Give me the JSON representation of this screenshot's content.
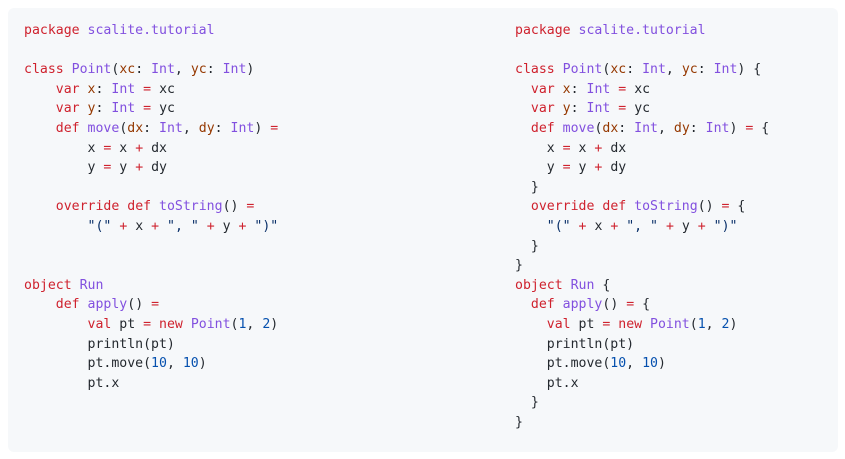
{
  "code_blocks": [
    {
      "id": "left",
      "lines": [
        [
          [
            "package",
            "kw"
          ],
          [
            " ",
            "pl"
          ],
          [
            "scalite.tutorial",
            "ty"
          ]
        ],
        [],
        [
          [
            "class",
            "kw"
          ],
          [
            " ",
            "pl"
          ],
          [
            "Point",
            "ty"
          ],
          [
            "(",
            "pl"
          ],
          [
            "xc",
            "id"
          ],
          [
            ": ",
            "pl"
          ],
          [
            "Int",
            "ty"
          ],
          [
            ", ",
            "pl"
          ],
          [
            "yc",
            "id"
          ],
          [
            ": ",
            "pl"
          ],
          [
            "Int",
            "ty"
          ],
          [
            ")",
            "pl"
          ]
        ],
        [
          [
            "    ",
            "pl"
          ],
          [
            "var",
            "kw"
          ],
          [
            " ",
            "pl"
          ],
          [
            "x",
            "id"
          ],
          [
            ": ",
            "pl"
          ],
          [
            "Int",
            "ty"
          ],
          [
            " ",
            "pl"
          ],
          [
            "=",
            "op"
          ],
          [
            " xc",
            "pl"
          ]
        ],
        [
          [
            "    ",
            "pl"
          ],
          [
            "var",
            "kw"
          ],
          [
            " ",
            "pl"
          ],
          [
            "y",
            "id"
          ],
          [
            ": ",
            "pl"
          ],
          [
            "Int",
            "ty"
          ],
          [
            " ",
            "pl"
          ],
          [
            "=",
            "op"
          ],
          [
            " yc",
            "pl"
          ]
        ],
        [
          [
            "    ",
            "pl"
          ],
          [
            "def",
            "kw"
          ],
          [
            " ",
            "pl"
          ],
          [
            "move",
            "ty"
          ],
          [
            "(",
            "pl"
          ],
          [
            "dx",
            "id"
          ],
          [
            ": ",
            "pl"
          ],
          [
            "Int",
            "ty"
          ],
          [
            ", ",
            "pl"
          ],
          [
            "dy",
            "id"
          ],
          [
            ": ",
            "pl"
          ],
          [
            "Int",
            "ty"
          ],
          [
            ") ",
            "pl"
          ],
          [
            "=",
            "op"
          ]
        ],
        [
          [
            "        x ",
            "pl"
          ],
          [
            "=",
            "op"
          ],
          [
            " x ",
            "pl"
          ],
          [
            "+",
            "op"
          ],
          [
            " dx",
            "pl"
          ]
        ],
        [
          [
            "        y ",
            "pl"
          ],
          [
            "=",
            "op"
          ],
          [
            " y ",
            "pl"
          ],
          [
            "+",
            "op"
          ],
          [
            " dy",
            "pl"
          ]
        ],
        [],
        [
          [
            "    ",
            "pl"
          ],
          [
            "override",
            "kw"
          ],
          [
            " ",
            "pl"
          ],
          [
            "def",
            "kw"
          ],
          [
            " ",
            "pl"
          ],
          [
            "toString",
            "ty"
          ],
          [
            "() ",
            "pl"
          ],
          [
            "=",
            "op"
          ]
        ],
        [
          [
            "        ",
            "pl"
          ],
          [
            "\"(\"",
            "st"
          ],
          [
            " ",
            "pl"
          ],
          [
            "+",
            "op"
          ],
          [
            " x ",
            "pl"
          ],
          [
            "+",
            "op"
          ],
          [
            " ",
            "pl"
          ],
          [
            "\", \"",
            "st"
          ],
          [
            " ",
            "pl"
          ],
          [
            "+",
            "op"
          ],
          [
            " y ",
            "pl"
          ],
          [
            "+",
            "op"
          ],
          [
            " ",
            "pl"
          ],
          [
            "\")\"",
            "st"
          ]
        ],
        [],
        [],
        [
          [
            "object",
            "kw"
          ],
          [
            " ",
            "pl"
          ],
          [
            "Run",
            "ty"
          ]
        ],
        [
          [
            "    ",
            "pl"
          ],
          [
            "def",
            "kw"
          ],
          [
            " ",
            "pl"
          ],
          [
            "apply",
            "ty"
          ],
          [
            "() ",
            "pl"
          ],
          [
            "=",
            "op"
          ]
        ],
        [
          [
            "        ",
            "pl"
          ],
          [
            "val",
            "kw"
          ],
          [
            " pt ",
            "pl"
          ],
          [
            "=",
            "op"
          ],
          [
            " ",
            "pl"
          ],
          [
            "new",
            "kw"
          ],
          [
            " ",
            "pl"
          ],
          [
            "Point",
            "ty"
          ],
          [
            "(",
            "pl"
          ],
          [
            "1",
            "nm"
          ],
          [
            ", ",
            "pl"
          ],
          [
            "2",
            "nm"
          ],
          [
            ")",
            "pl"
          ]
        ],
        [
          [
            "        println(pt)",
            "pl"
          ]
        ],
        [
          [
            "        pt.move(",
            "pl"
          ],
          [
            "10",
            "nm"
          ],
          [
            ", ",
            "pl"
          ],
          [
            "10",
            "nm"
          ],
          [
            ")",
            "pl"
          ]
        ],
        [
          [
            "        pt.x",
            "pl"
          ]
        ]
      ]
    },
    {
      "id": "right",
      "lines": [
        [
          [
            "package",
            "kw"
          ],
          [
            " ",
            "pl"
          ],
          [
            "scalite.tutorial",
            "ty"
          ]
        ],
        [],
        [
          [
            "class",
            "kw"
          ],
          [
            " ",
            "pl"
          ],
          [
            "Point",
            "ty"
          ],
          [
            "(",
            "pl"
          ],
          [
            "xc",
            "id"
          ],
          [
            ": ",
            "pl"
          ],
          [
            "Int",
            "ty"
          ],
          [
            ", ",
            "pl"
          ],
          [
            "yc",
            "id"
          ],
          [
            ": ",
            "pl"
          ],
          [
            "Int",
            "ty"
          ],
          [
            ") {",
            "pl"
          ]
        ],
        [
          [
            "  ",
            "pl"
          ],
          [
            "var",
            "kw"
          ],
          [
            " ",
            "pl"
          ],
          [
            "x",
            "id"
          ],
          [
            ": ",
            "pl"
          ],
          [
            "Int",
            "ty"
          ],
          [
            " ",
            "pl"
          ],
          [
            "=",
            "op"
          ],
          [
            " xc",
            "pl"
          ]
        ],
        [
          [
            "  ",
            "pl"
          ],
          [
            "var",
            "kw"
          ],
          [
            " ",
            "pl"
          ],
          [
            "y",
            "id"
          ],
          [
            ": ",
            "pl"
          ],
          [
            "Int",
            "ty"
          ],
          [
            " ",
            "pl"
          ],
          [
            "=",
            "op"
          ],
          [
            " yc",
            "pl"
          ]
        ],
        [
          [
            "  ",
            "pl"
          ],
          [
            "def",
            "kw"
          ],
          [
            " ",
            "pl"
          ],
          [
            "move",
            "ty"
          ],
          [
            "(",
            "pl"
          ],
          [
            "dx",
            "id"
          ],
          [
            ": ",
            "pl"
          ],
          [
            "Int",
            "ty"
          ],
          [
            ", ",
            "pl"
          ],
          [
            "dy",
            "id"
          ],
          [
            ": ",
            "pl"
          ],
          [
            "Int",
            "ty"
          ],
          [
            ") ",
            "pl"
          ],
          [
            "=",
            "op"
          ],
          [
            " {",
            "pl"
          ]
        ],
        [
          [
            "    x ",
            "pl"
          ],
          [
            "=",
            "op"
          ],
          [
            " x ",
            "pl"
          ],
          [
            "+",
            "op"
          ],
          [
            " dx",
            "pl"
          ]
        ],
        [
          [
            "    y ",
            "pl"
          ],
          [
            "=",
            "op"
          ],
          [
            " y ",
            "pl"
          ],
          [
            "+",
            "op"
          ],
          [
            " dy",
            "pl"
          ]
        ],
        [
          [
            "  }",
            "pl"
          ]
        ],
        [
          [
            "  ",
            "pl"
          ],
          [
            "override",
            "kw"
          ],
          [
            " ",
            "pl"
          ],
          [
            "def",
            "kw"
          ],
          [
            " ",
            "pl"
          ],
          [
            "toString",
            "ty"
          ],
          [
            "() ",
            "pl"
          ],
          [
            "=",
            "op"
          ],
          [
            " {",
            "pl"
          ]
        ],
        [
          [
            "    ",
            "pl"
          ],
          [
            "\"(\"",
            "st"
          ],
          [
            " ",
            "pl"
          ],
          [
            "+",
            "op"
          ],
          [
            " x ",
            "pl"
          ],
          [
            "+",
            "op"
          ],
          [
            " ",
            "pl"
          ],
          [
            "\", \"",
            "st"
          ],
          [
            " ",
            "pl"
          ],
          [
            "+",
            "op"
          ],
          [
            " y ",
            "pl"
          ],
          [
            "+",
            "op"
          ],
          [
            " ",
            "pl"
          ],
          [
            "\")\"",
            "st"
          ]
        ],
        [
          [
            "  }",
            "pl"
          ]
        ],
        [
          [
            "}",
            "pl"
          ]
        ],
        [
          [
            "object",
            "kw"
          ],
          [
            " ",
            "pl"
          ],
          [
            "Run",
            "ty"
          ],
          [
            " {",
            "pl"
          ]
        ],
        [
          [
            "  ",
            "pl"
          ],
          [
            "def",
            "kw"
          ],
          [
            " ",
            "pl"
          ],
          [
            "apply",
            "ty"
          ],
          [
            "() ",
            "pl"
          ],
          [
            "=",
            "op"
          ],
          [
            " {",
            "pl"
          ]
        ],
        [
          [
            "    ",
            "pl"
          ],
          [
            "val",
            "kw"
          ],
          [
            " pt ",
            "pl"
          ],
          [
            "=",
            "op"
          ],
          [
            " ",
            "pl"
          ],
          [
            "new",
            "kw"
          ],
          [
            " ",
            "pl"
          ],
          [
            "Point",
            "ty"
          ],
          [
            "(",
            "pl"
          ],
          [
            "1",
            "nm"
          ],
          [
            ", ",
            "pl"
          ],
          [
            "2",
            "nm"
          ],
          [
            ")",
            "pl"
          ]
        ],
        [
          [
            "    println(pt)",
            "pl"
          ]
        ],
        [
          [
            "    pt.move(",
            "pl"
          ],
          [
            "10",
            "nm"
          ],
          [
            ", ",
            "pl"
          ],
          [
            "10",
            "nm"
          ],
          [
            ")",
            "pl"
          ]
        ],
        [
          [
            "    pt.x",
            "pl"
          ]
        ],
        [
          [
            "  }",
            "pl"
          ]
        ],
        [
          [
            "}",
            "pl"
          ]
        ]
      ]
    }
  ],
  "colors": {
    "background": "#f6f8fa",
    "keyword": "#cf222e",
    "type": "#8250df",
    "number": "#0550ae",
    "string": "#0a3069",
    "param": "#953800",
    "text": "#24292f"
  }
}
